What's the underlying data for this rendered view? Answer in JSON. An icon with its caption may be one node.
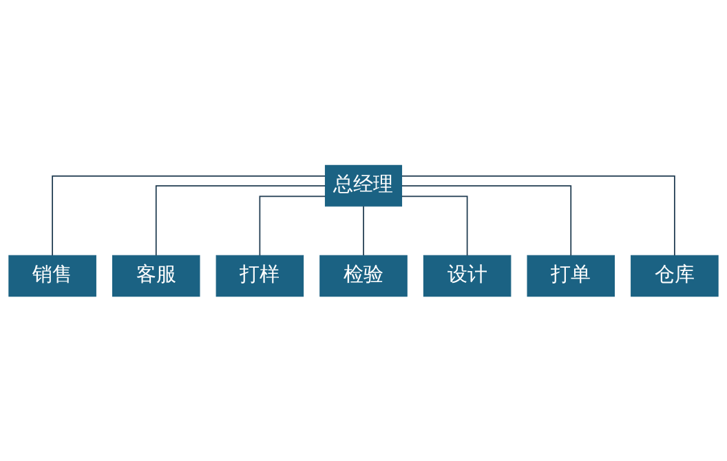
{
  "diagram": {
    "nodes": [
      {
        "text": [
          "总经理"
        ]
      },
      {
        "text": [
          "销售"
        ]
      },
      {
        "text": [
          "客服"
        ]
      },
      {
        "text": [
          "打样"
        ]
      },
      {
        "text": [
          "检验"
        ]
      },
      {
        "text": [
          "设计"
        ]
      },
      {
        "text": [
          "打单"
        ]
      },
      {
        "text": [
          "仓库"
        ]
      }
    ],
    "edges": [
      {
        "from": 0,
        "to": 1,
        "arrow": "none"
      },
      {
        "from": 0,
        "to": 2,
        "arrow": "none"
      },
      {
        "from": 0,
        "to": 3,
        "arrow": "none"
      },
      {
        "from": 0,
        "to": 4,
        "arrow": "none"
      },
      {
        "from": 0,
        "to": 5,
        "arrow": "none"
      },
      {
        "from": 0,
        "to": 6,
        "arrow": "none"
      },
      {
        "from": 0,
        "to": 7,
        "arrow": "none"
      }
    ]
  }
}
